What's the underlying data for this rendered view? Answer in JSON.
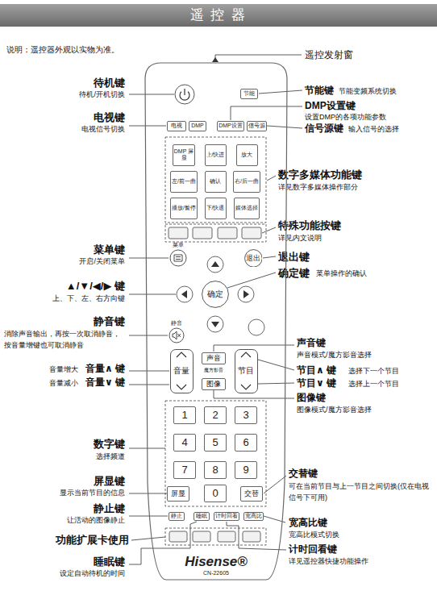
{
  "diagram": {
    "title": "遥 控 器",
    "nodes": [
      {
        "text": [
          "Hisense®",
          "CN-22605"
        ]
      },
      {
        "text": [
          "节能"
        ],
        "in": 0
      },
      {
        "text": [
          "电视"
        ],
        "in": 0
      },
      {
        "text": [
          "DMP"
        ],
        "in": 0
      },
      {
        "text": [
          "DMP设置"
        ],
        "in": 0
      },
      {
        "text": [
          "信号源"
        ],
        "in": 0
      },
      {
        "text": [
          "DMP 屏显"
        ],
        "in": 0
      },
      {
        "text": [
          "上/快进"
        ],
        "in": 0
      },
      {
        "text": [
          "放大"
        ],
        "in": 0
      },
      {
        "text": [
          "左/前一曲"
        ],
        "in": 0
      },
      {
        "text": [
          "确认"
        ],
        "in": 0
      },
      {
        "text": [
          "右/后一曲"
        ],
        "in": 0
      },
      {
        "text": [
          "播放/暂停"
        ],
        "in": 0
      },
      {
        "text": [
          "下/快退"
        ],
        "in": 0
      },
      {
        "text": [
          "媒体选择"
        ],
        "in": 0
      },
      {
        "text": [
          "菜单"
        ],
        "in": 0
      },
      {
        "text": [
          "退出"
        ],
        "in": 0
      },
      {
        "text": [
          "确定"
        ],
        "in": 0
      },
      {
        "text": [
          "静音"
        ],
        "in": 0
      },
      {
        "text": [
          "音量"
        ],
        "in": 0
      },
      {
        "text": [
          "声音"
        ],
        "in": 0
      },
      {
        "text": [
          "图像"
        ],
        "in": 0
      },
      {
        "text": [
          "节目"
        ],
        "in": 0
      },
      {
        "text": [
          "1"
        ],
        "in": 0
      },
      {
        "text": [
          "2"
        ],
        "in": 0
      },
      {
        "text": [
          "3"
        ],
        "in": 0
      },
      {
        "text": [
          "4"
        ],
        "in": 0
      },
      {
        "text": [
          "5"
        ],
        "in": 0
      },
      {
        "text": [
          "6"
        ],
        "in": 0
      },
      {
        "text": [
          "7"
        ],
        "in": 0
      },
      {
        "text": [
          "8"
        ],
        "in": 0
      },
      {
        "text": [
          "9"
        ],
        "in": 0
      },
      {
        "text": [
          "屏显"
        ],
        "in": 0
      },
      {
        "text": [
          "0"
        ],
        "in": 0
      },
      {
        "text": [
          "交替"
        ],
        "in": 0
      },
      {
        "text": [
          "静止"
        ],
        "in": 0
      },
      {
        "text": [
          "睡眠"
        ],
        "in": 0
      },
      {
        "text": [
          "计时回看"
        ],
        "in": 0
      },
      {
        "text": [
          "宽高比"
        ],
        "in": 0
      }
    ],
    "labels": [
      "说明：遥控器外观以实物为准。",
      "遥控发射窗",
      "待机键",
      "待机/开机切换",
      "节能键",
      "节能变频系统切换",
      "DMP设置键",
      "设置DMP的各项功能参数",
      "电视键",
      "电视信号切换",
      "信号源键",
      "输入信号的选择",
      "数字多媒体功能键",
      "详见数字多媒体操作部分",
      "特殊功能按键",
      "详见内文说明",
      "菜单键",
      "开启/关闭菜单",
      "退出键",
      "确定键",
      "菜单操作的确认",
      "▲/▼/◀/▶ 键",
      "上、下、左、右方向键",
      "静音键",
      "消除声音输出，再按一次取消静音，按音量增键也可取消静音",
      "声音键",
      "声音模式/魔方影音选择",
      "音量增大",
      "音量∧ 键",
      "音量减小",
      "音量∨ 键",
      "节目∧ 键",
      "选择下一个节目",
      "节目∨ 键",
      "选择上一个节目",
      "图像键",
      "图像模式/魔方影音选择",
      "魔方影音",
      "数字键",
      "选择频道",
      "屏显键",
      "显示当前节目的信息",
      "交替键",
      "可在当前节目与上一节目之间切换(仅在电视信号下可用)",
      "静止键",
      "让活动的图像静止",
      "宽高比键",
      "宽高比模式切换",
      "功能扩展卡使用",
      "计时回看键",
      "详见遥控器快捷功能操作",
      "睡眠键",
      "设定自动待机的时间"
    ]
  }
}
